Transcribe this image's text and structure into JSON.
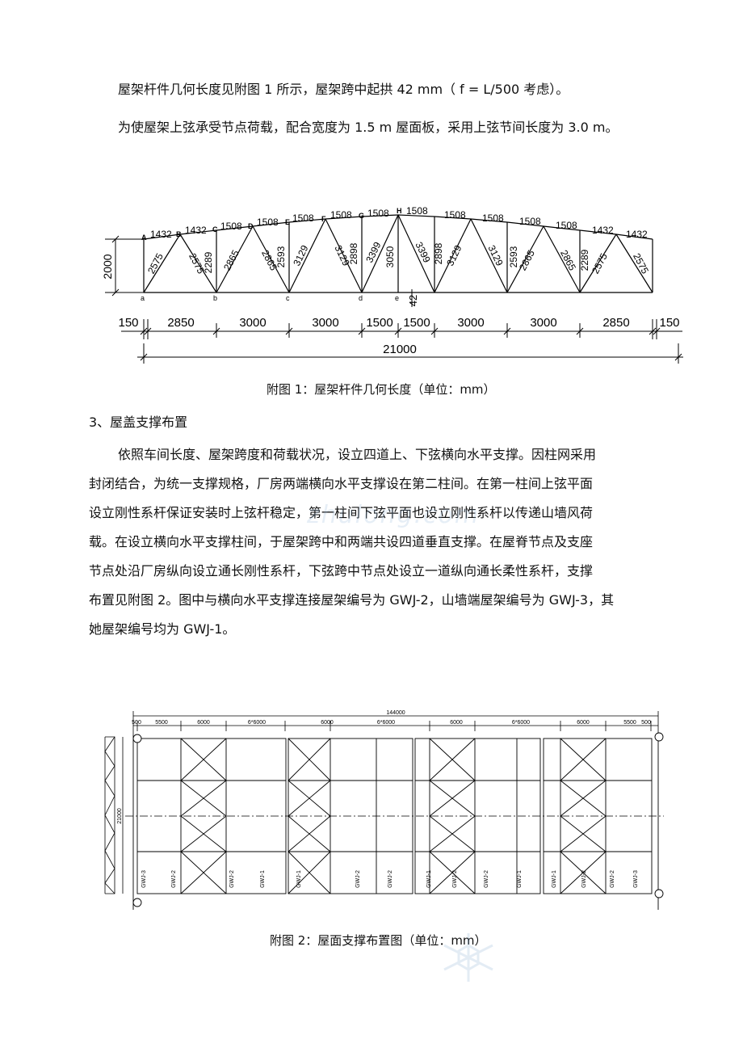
{
  "intro": {
    "line1": "屋架杆件几何长度见附图 1 所示，屋架跨中起拱 42 mm（ f = L/500 考虑）。",
    "line2": "为使屋架上弦承受节点荷载，配合宽度为 1.5 m 屋面板，采用上弦节间长度为 3.0 m。"
  },
  "figure1": {
    "caption": "附图 1：屋架杆件几何长度（单位：mm）",
    "node_labels_top": [
      "A",
      "B",
      "C",
      "D",
      "E",
      "F",
      "G",
      "H"
    ],
    "node_labels_bottom": [
      "a",
      "b",
      "c",
      "d",
      "e"
    ],
    "top_chord_lengths": [
      "1432",
      "1432",
      "1508",
      "1508",
      "1508",
      "1508",
      "1508",
      "1508",
      "1508",
      "1508",
      "1508",
      "1508",
      "1432",
      "1432"
    ],
    "member_lengths": [
      "2575",
      "2575",
      "2289",
      "2865",
      "2865",
      "2593",
      "3129",
      "3129",
      "2898",
      "3399",
      "3050",
      "3399",
      "2898",
      "3129",
      "3129",
      "2593",
      "2865",
      "2865",
      "2289",
      "2575",
      "2575"
    ],
    "height": "2000",
    "camber": "42",
    "segments": [
      "150",
      "2850",
      "3000",
      "3000",
      "1500",
      "1500",
      "3000",
      "3000",
      "2850",
      "150"
    ],
    "span": "21000"
  },
  "section": {
    "heading": "3、屋盖支撑布置",
    "body_lines": [
      "依照车间长度、屋架跨度和荷载状况，设立四道上、下弦横向水平支撑。因柱网采用",
      "封闭结合，为统一支撑规格，厂房两端横向水平支撑设在第二柱间。在第一柱间上弦平面",
      "设立刚性系杆保证安装时上弦杆稳定，第一柱间下弦平面也设立刚性系杆以传递山墙风荷",
      "载。在设立横向水平支撑柱间，于屋架跨中和两端共设四道垂直支撑。在屋脊节点及支座",
      "节点处沿厂房纵向设立通长刚性系杆，下弦跨中节点处设立一道纵向通长柔性系杆，支撑",
      "布置见附图 2。图中与横向水平支撑连接屋架编号为 GWJ-2，山墙端屋架编号为 GWJ-3，其",
      "她屋架编号均为 GWJ-1。"
    ]
  },
  "figure2": {
    "caption": "附图 2：屋面支撑布置图（单位：mm）",
    "total_length": "144000",
    "dims": [
      "500",
      "5500",
      "6000",
      "6*6000",
      "6000",
      "6*6000",
      "6000",
      "6*6000",
      "6000",
      "5500",
      "500"
    ],
    "width_label": "21000",
    "truss_labels": [
      "GWJ-3",
      "GWJ-2",
      "GWJ-2",
      "GWJ-1",
      "GWJ-1",
      "GWJ-2",
      "GWJ-2",
      "GWJ-1",
      "GWJ-2",
      "GWJ-2",
      "GWJ-1",
      "GWJ-1",
      "GWJ-2",
      "GWJ-2",
      "GWJ-3"
    ]
  },
  "watermark": {
    "text": "zhulong.com"
  }
}
